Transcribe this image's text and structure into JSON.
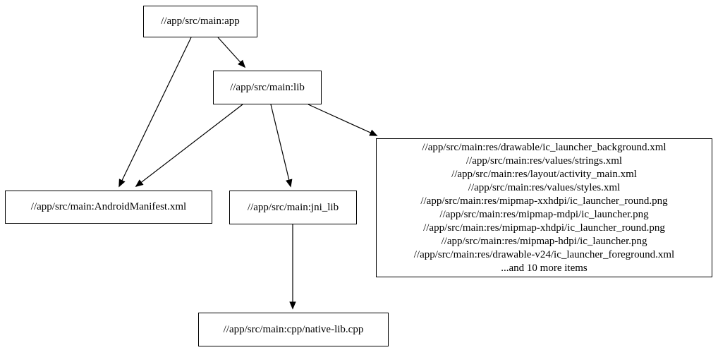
{
  "diagram": {
    "type": "dependency-graph",
    "background_color": "#ffffff",
    "node_border_color": "#000000",
    "text_color": "#000000",
    "edge_color": "#000000",
    "nodes": {
      "app": {
        "label": "//app/src/main:app"
      },
      "lib": {
        "label": "//app/src/main:lib"
      },
      "manifest": {
        "label": "//app/src/main:AndroidManifest.xml"
      },
      "jni_lib": {
        "label": "//app/src/main:jni_lib"
      },
      "native": {
        "label": "//app/src/main:cpp/native-lib.cpp"
      },
      "resources": {
        "lines": [
          "//app/src/main:res/drawable/ic_launcher_background.xml",
          "//app/src/main:res/values/strings.xml",
          "//app/src/main:res/layout/activity_main.xml",
          "//app/src/main:res/values/styles.xml",
          "//app/src/main:res/mipmap-xxhdpi/ic_launcher_round.png",
          "//app/src/main:res/mipmap-mdpi/ic_launcher.png",
          "//app/src/main:res/mipmap-xhdpi/ic_launcher_round.png",
          "//app/src/main:res/mipmap-hdpi/ic_launcher.png",
          "//app/src/main:res/drawable-v24/ic_launcher_foreground.xml",
          "...and 10 more items"
        ]
      }
    },
    "edges": [
      {
        "from": "app",
        "to": "lib"
      },
      {
        "from": "app",
        "to": "manifest"
      },
      {
        "from": "lib",
        "to": "manifest"
      },
      {
        "from": "lib",
        "to": "jni_lib"
      },
      {
        "from": "lib",
        "to": "resources"
      },
      {
        "from": "jni_lib",
        "to": "native"
      }
    ]
  }
}
